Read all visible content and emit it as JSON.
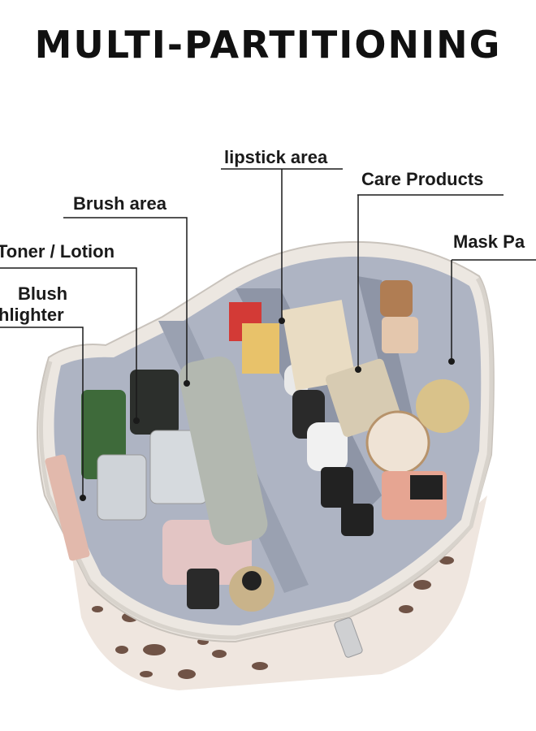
{
  "title": "MULTI-PARTITIONING",
  "labels": {
    "lipstick": "lipstick area",
    "care": "Care Products",
    "brush": "Brush area",
    "mask": "Mask Pa",
    "toner": "Toner / Lotion",
    "blush": "Blush",
    "highlighter": "hlighter"
  },
  "colors": {
    "lining": "#aeb4c3",
    "bag_shell": "#ece7e1",
    "leopard_spot": "#5a3a2c",
    "text": "#111111"
  }
}
